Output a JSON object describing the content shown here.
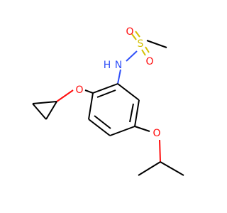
{
  "colors": {
    "carbon_bond": "#000000",
    "oxygen": "#FF0D0D",
    "nitrogen": "#3050F8",
    "sulfur": "#D4C000"
  },
  "atoms": {
    "nh": "N",
    "nh_h": "H",
    "s": "S",
    "o_top": "O",
    "o_bottom": "O",
    "o_ether1": "O",
    "o_ether2": "O"
  }
}
